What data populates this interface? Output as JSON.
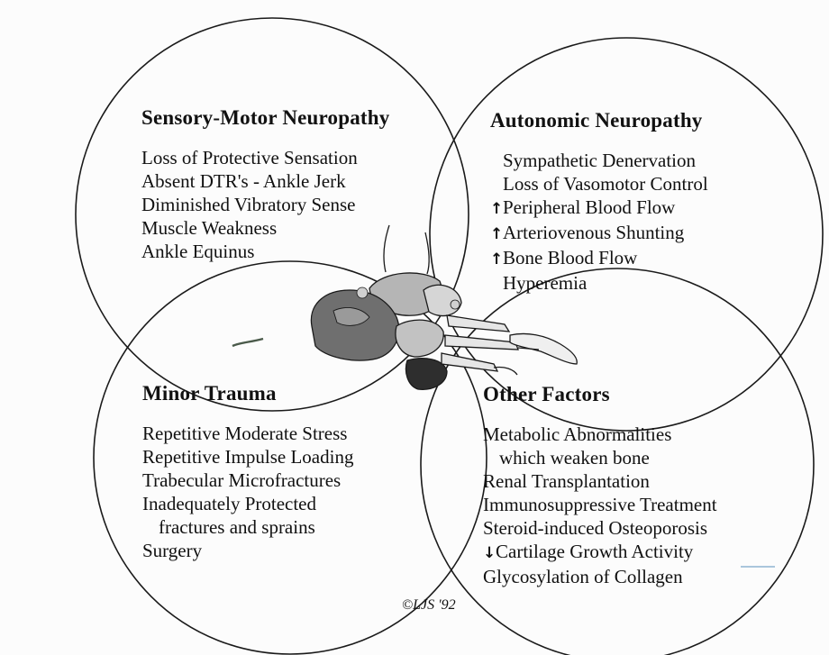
{
  "quadrants": {
    "sensory_motor": {
      "title": "Sensory-Motor Neuropathy",
      "items": [
        "Loss of Protective Sensation",
        "Absent DTR's - Ankle Jerk",
        "Diminished Vibratory Sense",
        "Muscle Weakness",
        "Ankle Equinus"
      ]
    },
    "autonomic": {
      "title": "Autonomic Neuropathy",
      "items": [
        {
          "arrow": "",
          "text": "Sympathetic Denervation"
        },
        {
          "arrow": "",
          "text": "Loss of Vasomotor Control"
        },
        {
          "arrow": "↑",
          "text": "Peripheral Blood Flow"
        },
        {
          "arrow": "↑",
          "text": "Arteriovenous Shunting"
        },
        {
          "arrow": "↑",
          "text": "Bone Blood Flow"
        },
        {
          "arrow": "",
          "text": "Hyperemia"
        }
      ]
    },
    "minor_trauma": {
      "title": "Minor Trauma",
      "items": [
        {
          "indent": false,
          "text": "Repetitive Moderate Stress"
        },
        {
          "indent": false,
          "text": "Repetitive Impulse Loading"
        },
        {
          "indent": false,
          "text": "Trabecular Microfractures"
        },
        {
          "indent": false,
          "text": "Inadequately Protected"
        },
        {
          "indent": true,
          "text": "fractures and sprains"
        },
        {
          "indent": false,
          "text": "Surgery"
        }
      ]
    },
    "other_factors": {
      "title": "Other Factors",
      "items": [
        {
          "indent": false,
          "arrow": "",
          "text": "Metabolic Abnormalities"
        },
        {
          "indent": true,
          "arrow": "",
          "text": "which weaken bone"
        },
        {
          "indent": false,
          "arrow": "",
          "text": "Renal Transplantation"
        },
        {
          "indent": false,
          "arrow": "",
          "text": "Immunosuppressive Treatment"
        },
        {
          "indent": false,
          "arrow": "",
          "text": "Steroid-induced Osteoporosis"
        },
        {
          "indent": false,
          "arrow": "↓",
          "text": "Cartilage Growth Activity"
        },
        {
          "indent": false,
          "arrow": "",
          "text": "Glycosylation of Collagen"
        }
      ]
    }
  },
  "copyright": "©LJS '92",
  "illustration": {
    "icon": "foot-skeleton-icon"
  },
  "colors": {
    "line": "#1a1a1a",
    "bone_dark": "#6f6f6f",
    "bone_mid": "#a8a8a8",
    "bone_light": "#d8d8d8"
  }
}
